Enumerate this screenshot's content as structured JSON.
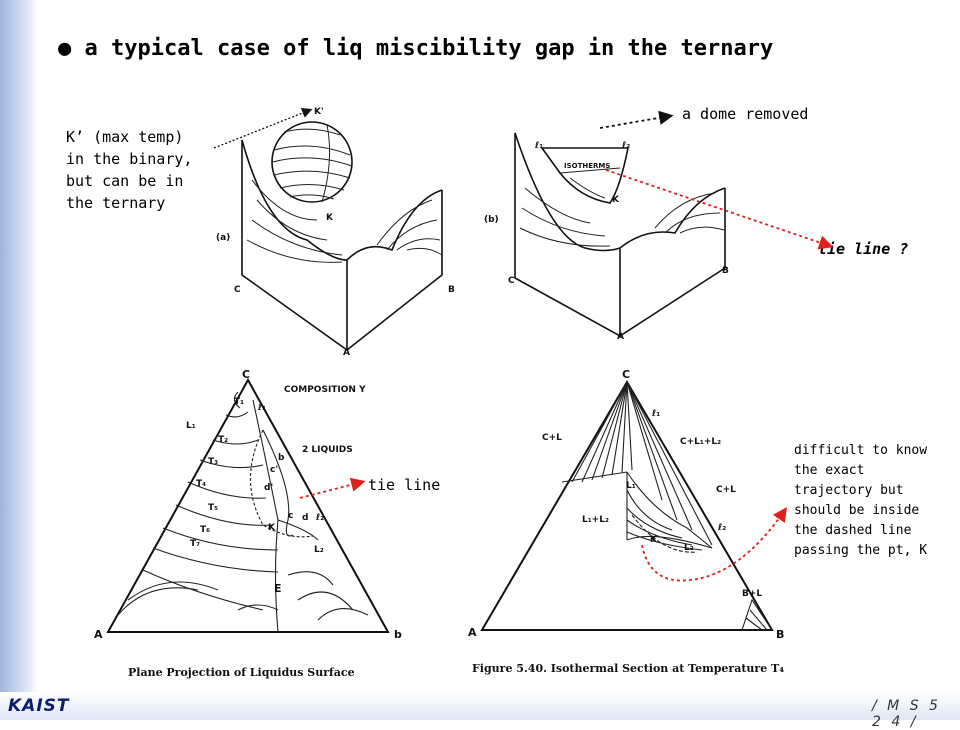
{
  "slide": {
    "title": "a typical case of liq miscibility gap in the ternary",
    "bullet": "●"
  },
  "annotations": {
    "kprime_note": [
      "K’ (max temp)",
      "in the binary,",
      "but can be in",
      "the ternary"
    ],
    "dome_removed": "a dome removed",
    "tie_line_q": "tie line ?",
    "tie_line": "tie line",
    "difficult_note": [
      "difficult to know",
      "the exact",
      "trajectory but",
      "should be inside",
      "the dashed line",
      "passing the pt, K"
    ]
  },
  "figures": {
    "fig_a": {
      "panel": "(a)",
      "labels": {
        "kprime": "K'",
        "k": "K",
        "a": "A",
        "b": "B",
        "c": "C"
      }
    },
    "fig_b": {
      "panel": "(b)",
      "labels": {
        "l1": "ℓ₁",
        "l2": "ℓ₂",
        "isotherms": "ISOTHERMS",
        "k": "K",
        "a": "A",
        "b": "B",
        "c": "C"
      }
    },
    "fig_c": {
      "caption": "Plane Projection of Liquidus Surface",
      "labels": {
        "c": "C",
        "a": "A",
        "b": "b",
        "e": "E",
        "composition": "COMPOSITION Y",
        "two_liquids": "2 LIQUIDS",
        "k": "K",
        "L1": "L₁",
        "L2": "L₂",
        "T1": "T₁",
        "T2": "T₂",
        "T3": "T₃",
        "T4": "T₄",
        "T5": "T₅",
        "T6": "T₆",
        "T7": "T₇",
        "l1": "ℓ₁",
        "l2": "ℓ₂",
        "c1": "c'",
        "d1": "d'",
        "c2": "c",
        "d": "d"
      }
    },
    "fig_d": {
      "caption": "Figure 5.40.  Isothermal Section at Temperature T₄",
      "labels": {
        "c": "C",
        "a": "A",
        "b": "B",
        "cl": "C+L",
        "cl1l2": "C+L₁+L₂",
        "cl2": "C+L",
        "l1l2": "L₁+L₂",
        "bl": "B+L",
        "L1": "L₁",
        "L2": "L₂",
        "K": "K",
        "l1": "ℓ₁",
        "l2": "ℓ₂"
      }
    }
  },
  "footer": {
    "logo": "KAIST",
    "course": "/ M S 5 2 4 /"
  },
  "colors": {
    "arrow_red": "#e0201c",
    "sidebar": "#b6c6e6",
    "logo": "#0d1d6e"
  }
}
